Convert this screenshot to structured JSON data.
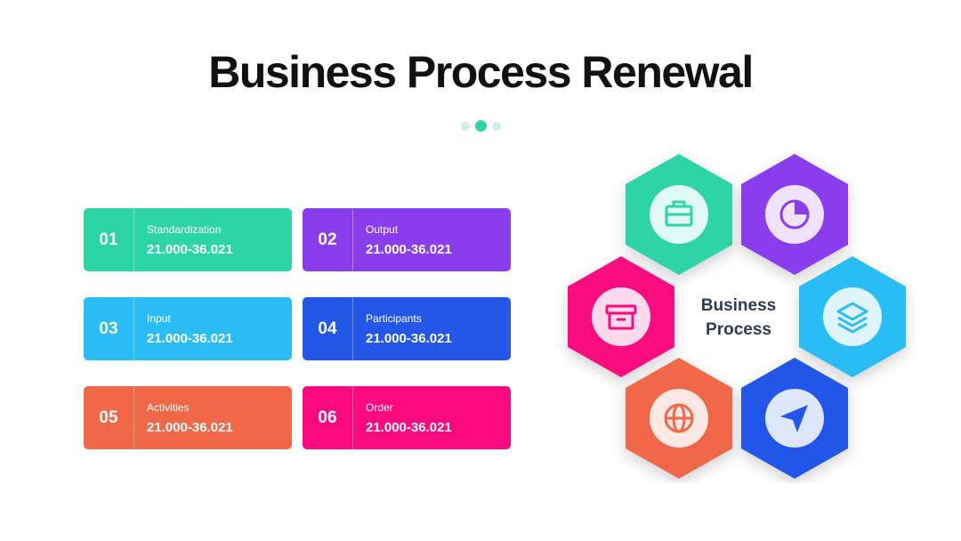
{
  "title": "Business Process Renewal",
  "center": {
    "line1": "Business",
    "line2": "Process"
  },
  "cards": [
    {
      "num": "01",
      "label": "Standardization",
      "value": "21.000-36.021",
      "color": "#2dd4a7"
    },
    {
      "num": "02",
      "label": "Output",
      "value": "21.000-36.021",
      "color": "#8a3ded"
    },
    {
      "num": "03",
      "label": "Input",
      "value": "21.000-36.021",
      "color": "#2bbcf5"
    },
    {
      "num": "04",
      "label": "Participants",
      "value": "21.000-36.021",
      "color": "#2457e8"
    },
    {
      "num": "05",
      "label": "Activities",
      "value": "21.000-36.021",
      "color": "#f06848"
    },
    {
      "num": "06",
      "label": "Order",
      "value": "21.000-36.021",
      "color": "#fa0a7e"
    }
  ],
  "hexagons": [
    {
      "icon": "briefcase-icon",
      "color": "#2dd4a7"
    },
    {
      "icon": "pie-chart-icon",
      "color": "#8a3ded"
    },
    {
      "icon": "layers-icon",
      "color": "#2bbcf5"
    },
    {
      "icon": "send-icon",
      "color": "#2457e8"
    },
    {
      "icon": "globe-icon",
      "color": "#f06848"
    },
    {
      "icon": "archive-icon",
      "color": "#fa0a7e"
    }
  ]
}
